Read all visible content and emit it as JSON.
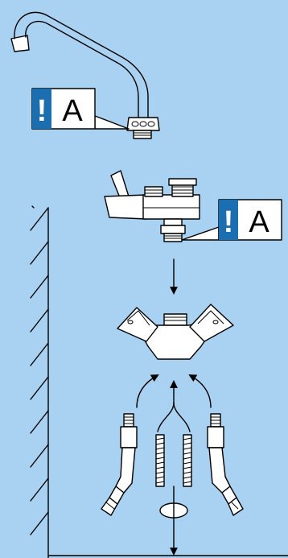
{
  "labels": [
    {
      "id": "label-a-top",
      "mark": "!",
      "letter": "A"
    },
    {
      "id": "label-a-middle",
      "mark": "!",
      "letter": "A"
    }
  ],
  "colors": {
    "background": "#a9d2f2",
    "warning_box": "#1b6fb0",
    "part_fill": "#ffffff",
    "outline": "#000000"
  },
  "icons": [
    "warning-exclamation-icon",
    "down-arrow-icon",
    "curved-arrow-icon",
    "o-ring-seal-icon"
  ]
}
